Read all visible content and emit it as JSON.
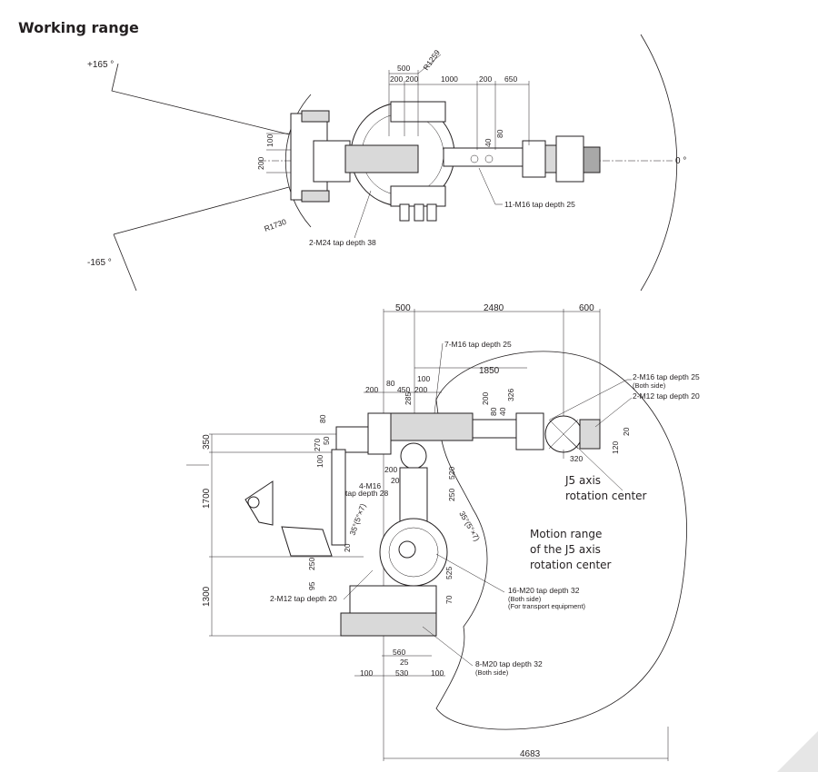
{
  "title": "Working range",
  "top_view": {
    "angles": {
      "plus": "+165 °",
      "minus": "-165 °",
      "zero": "0 °"
    },
    "radii": {
      "r1259": "R1259",
      "r1730": "R1730"
    },
    "dims": {
      "d500": "500",
      "d200a": "200",
      "d200b": "200",
      "d1000": "1000",
      "d200c": "200",
      "d650": "650",
      "d100": "100",
      "d200v": "200",
      "d40": "40",
      "d80": "80"
    },
    "callouts": {
      "m16_11": "11-M16 tap depth 25",
      "m24_2": "2-M24 tap depth 38"
    }
  },
  "side_view": {
    "dims": {
      "d500": "500",
      "d2480": "2480",
      "d600": "600",
      "d1850": "1850",
      "d100": "100",
      "d200a": "200",
      "d80": "80",
      "d450": "450",
      "d200b": "200",
      "d285": "285",
      "d200c": "200",
      "d326": "326",
      "d80b": "80",
      "d40": "40",
      "d80v": "80",
      "d270": "270",
      "d50": "50",
      "d100v": "100",
      "d350": "350",
      "d1700": "1700",
      "d1300": "1300",
      "d200d": "200",
      "d20": "20",
      "d520": "520",
      "d250": "250",
      "d120": "120",
      "d20b": "20",
      "d320": "320",
      "d250b": "250",
      "d95": "95",
      "d20c": "20",
      "d525": "525",
      "d70": "70",
      "d560": "560",
      "d25": "25",
      "d100a": "100",
      "d530": "530",
      "d100b": "100",
      "d4683": "4683",
      "ang_left": "35°(5°×7)",
      "ang_right": "35°(5°×7)"
    },
    "callouts": {
      "m16_7": "7-M16 tap depth 25",
      "m16_2_a": "2-M16 tap depth 25",
      "m16_2_b": "(Both side)",
      "m12_2_top": "2-M12 tap depth 20",
      "m16_4_a": "4-M16",
      "m16_4_b": "tap depth 28",
      "m12_2_side": "2-M12 tap depth 20",
      "m20_16_a": "16-M20 tap depth 32",
      "m20_16_b": "(Both side)",
      "m20_16_c": "(For transport equipment)",
      "m20_8_a": "8-M20 tap depth 32",
      "m20_8_b": "(Both side)"
    },
    "notes": {
      "j5_a": "J5 axis",
      "j5_b": "rotation center",
      "motion_a": "Motion range",
      "motion_b": "of the J5 axis",
      "motion_c": "rotation center"
    }
  }
}
